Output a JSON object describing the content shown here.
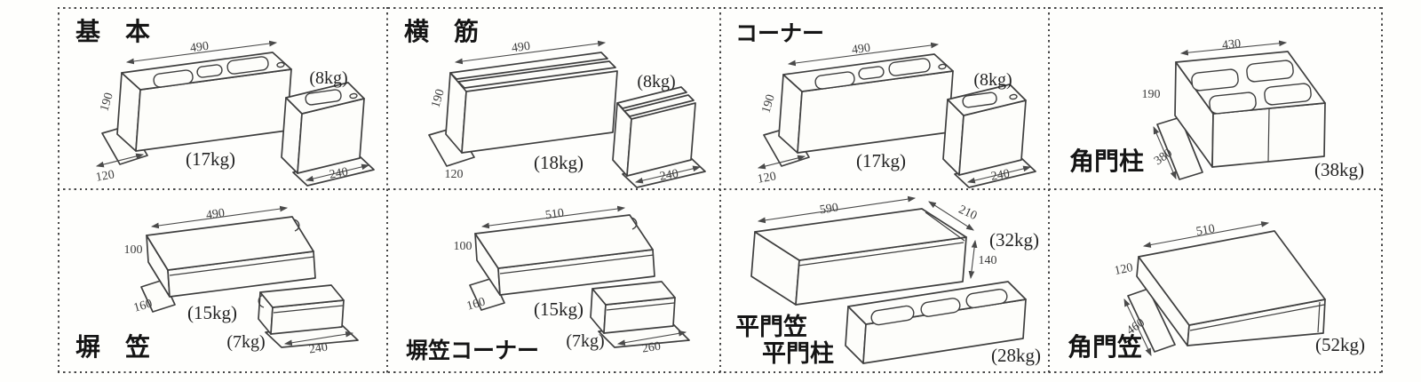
{
  "colors": {
    "line": "#3f3f3f",
    "text": "#151515",
    "paper": "#fdfdfa"
  },
  "panels": [
    {
      "title": "基　本",
      "len": "490",
      "h": "190",
      "d": "120",
      "w1": "(17kg)",
      "w2": "(8kg)",
      "len2": "240"
    },
    {
      "title": "横　筋",
      "len": "490",
      "h": "190",
      "d": "120",
      "w1": "(18kg)",
      "w2": "(8kg)",
      "len2": "240"
    },
    {
      "title": "コーナー",
      "len": "490",
      "h": "190",
      "d": "120",
      "w1": "(17kg)",
      "w2": "(8kg)",
      "len2": "240"
    },
    {
      "title": "角門柱",
      "len": "430",
      "h": "190",
      "d": "380",
      "w1": "(38kg)"
    },
    {
      "title": "塀　笠",
      "len": "490",
      "h": "100",
      "d": "160",
      "w1": "(15kg)",
      "w2": "(7kg)",
      "len2": "240"
    },
    {
      "title": "塀笠コーナー",
      "len": "510",
      "h": "100",
      "d": "160",
      "w1": "(15kg)",
      "w2": "(7kg)",
      "len2": "260"
    },
    {
      "title": "平門笠",
      "title2": "平門柱",
      "len": "590",
      "d_top": "210",
      "h": "140",
      "w1": "(32kg)",
      "w2": "(28kg)"
    },
    {
      "title": "角門笠",
      "len": "510",
      "h": "120",
      "d": "460",
      "w1": "(52kg)"
    }
  ]
}
